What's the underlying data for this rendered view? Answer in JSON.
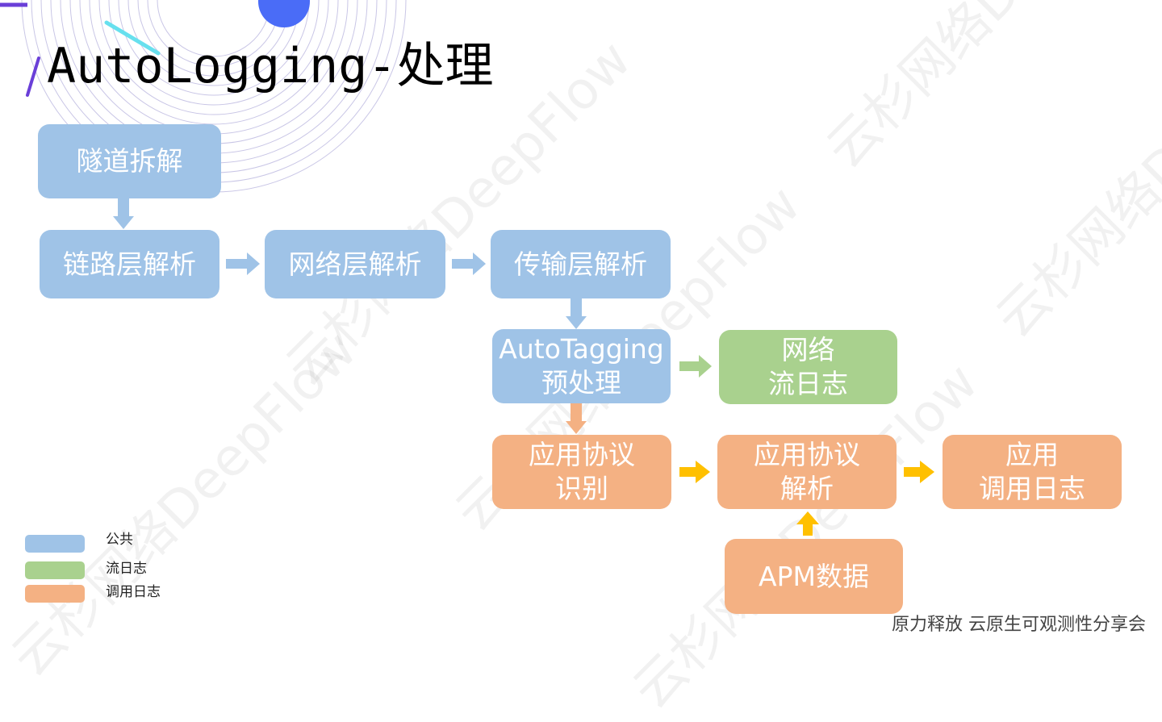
{
  "title": "AutoLogging-处理",
  "boxes": {
    "tunnel": [
      "隧道拆解"
    ],
    "link": [
      "链路层解析"
    ],
    "network": [
      "网络层解析"
    ],
    "transport": [
      "传输层解析"
    ],
    "autotagging": [
      "AutoTagging",
      "预处理"
    ],
    "netflow": [
      "网络",
      "流日志"
    ],
    "proto_detect": [
      "应用协议",
      "识别"
    ],
    "proto_parse": [
      "应用协议",
      "解析"
    ],
    "app_log": [
      "应用",
      "调用日志"
    ],
    "apm": [
      "APM数据"
    ]
  },
  "legend": [
    {
      "label": "公共",
      "color": "#9fc3e7"
    },
    {
      "label": "流日志",
      "color": "#a9d18e"
    },
    {
      "label": "调用日志",
      "color": "#f4b183"
    }
  ],
  "colors": {
    "common": "#9fc3e7",
    "flow_log": "#a9d18e",
    "call_log": "#f4b183",
    "highlight_arrow": "#ffc000"
  },
  "footer": "原力释放  云原生可观测性分享会",
  "watermark": "云杉网络DeepFlow"
}
